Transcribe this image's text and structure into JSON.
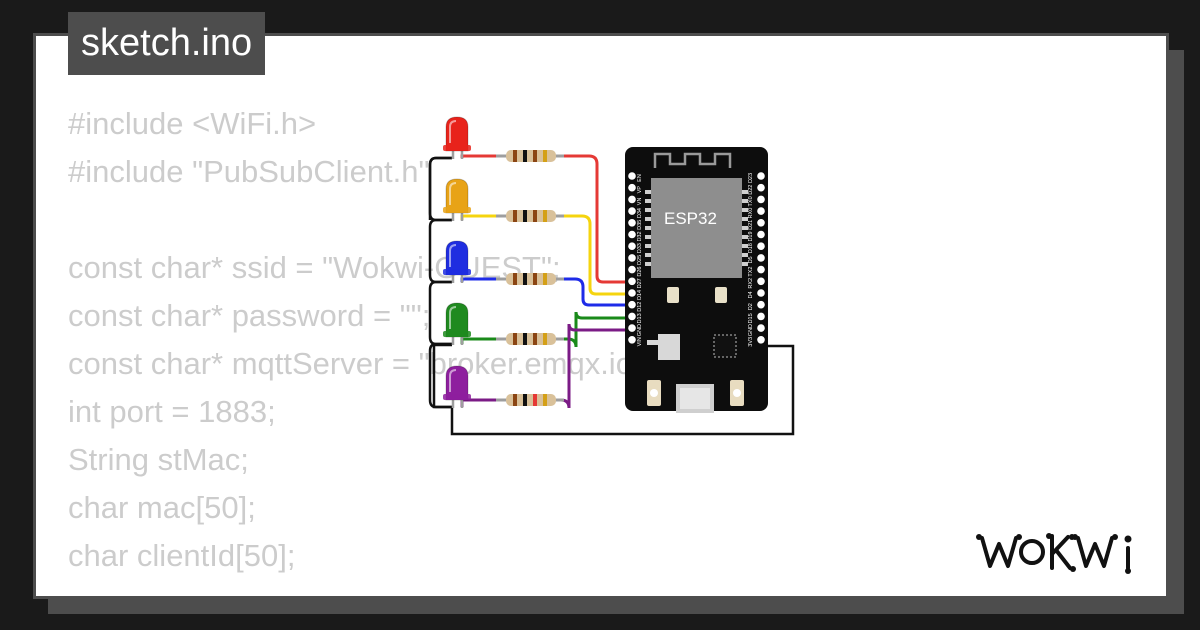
{
  "editor": {
    "filename": "sketch.ino",
    "code_lines": [
      "#include <WiFi.h>",
      "#include \"PubSubClient.h\"",
      "",
      "const char* ssid = \"Wokwi-GUEST\";",
      "const char* password = \"\";",
      "const char* mqttServer = \"broker.emqx.io\";",
      "int port = 1883;",
      "String stMac;",
      "char mac[50];",
      "char clientId[50];"
    ]
  },
  "circuit": {
    "board_label": "ESP32",
    "left_pins": [
      "EN",
      "VP",
      "VN",
      "D34",
      "D35",
      "D32",
      "D33",
      "D25",
      "D26",
      "D27",
      "D14",
      "D12",
      "D13",
      "GND",
      "VIN"
    ],
    "right_pins": [
      "D23",
      "D22",
      "TX0",
      "RX0",
      "D21",
      "D19",
      "D18",
      "D5",
      "TX2",
      "RX2",
      "D4",
      "D2",
      "D15",
      "GND",
      "3V3"
    ],
    "leds": [
      {
        "color_name": "red",
        "body": "#e8231b",
        "wire": "#e53935"
      },
      {
        "color_name": "orange",
        "body": "#e8a317",
        "wire": "#f5d40f"
      },
      {
        "color_name": "blue",
        "body": "#1f2de0",
        "wire": "#1e2be8"
      },
      {
        "color_name": "green",
        "body": "#1f8a1f",
        "wire": "#1a8a1a"
      },
      {
        "color_name": "purple",
        "body": "#8e1f9e",
        "wire": "#7b1b86"
      }
    ]
  },
  "brand": {
    "logo_text": "WOKWI"
  }
}
